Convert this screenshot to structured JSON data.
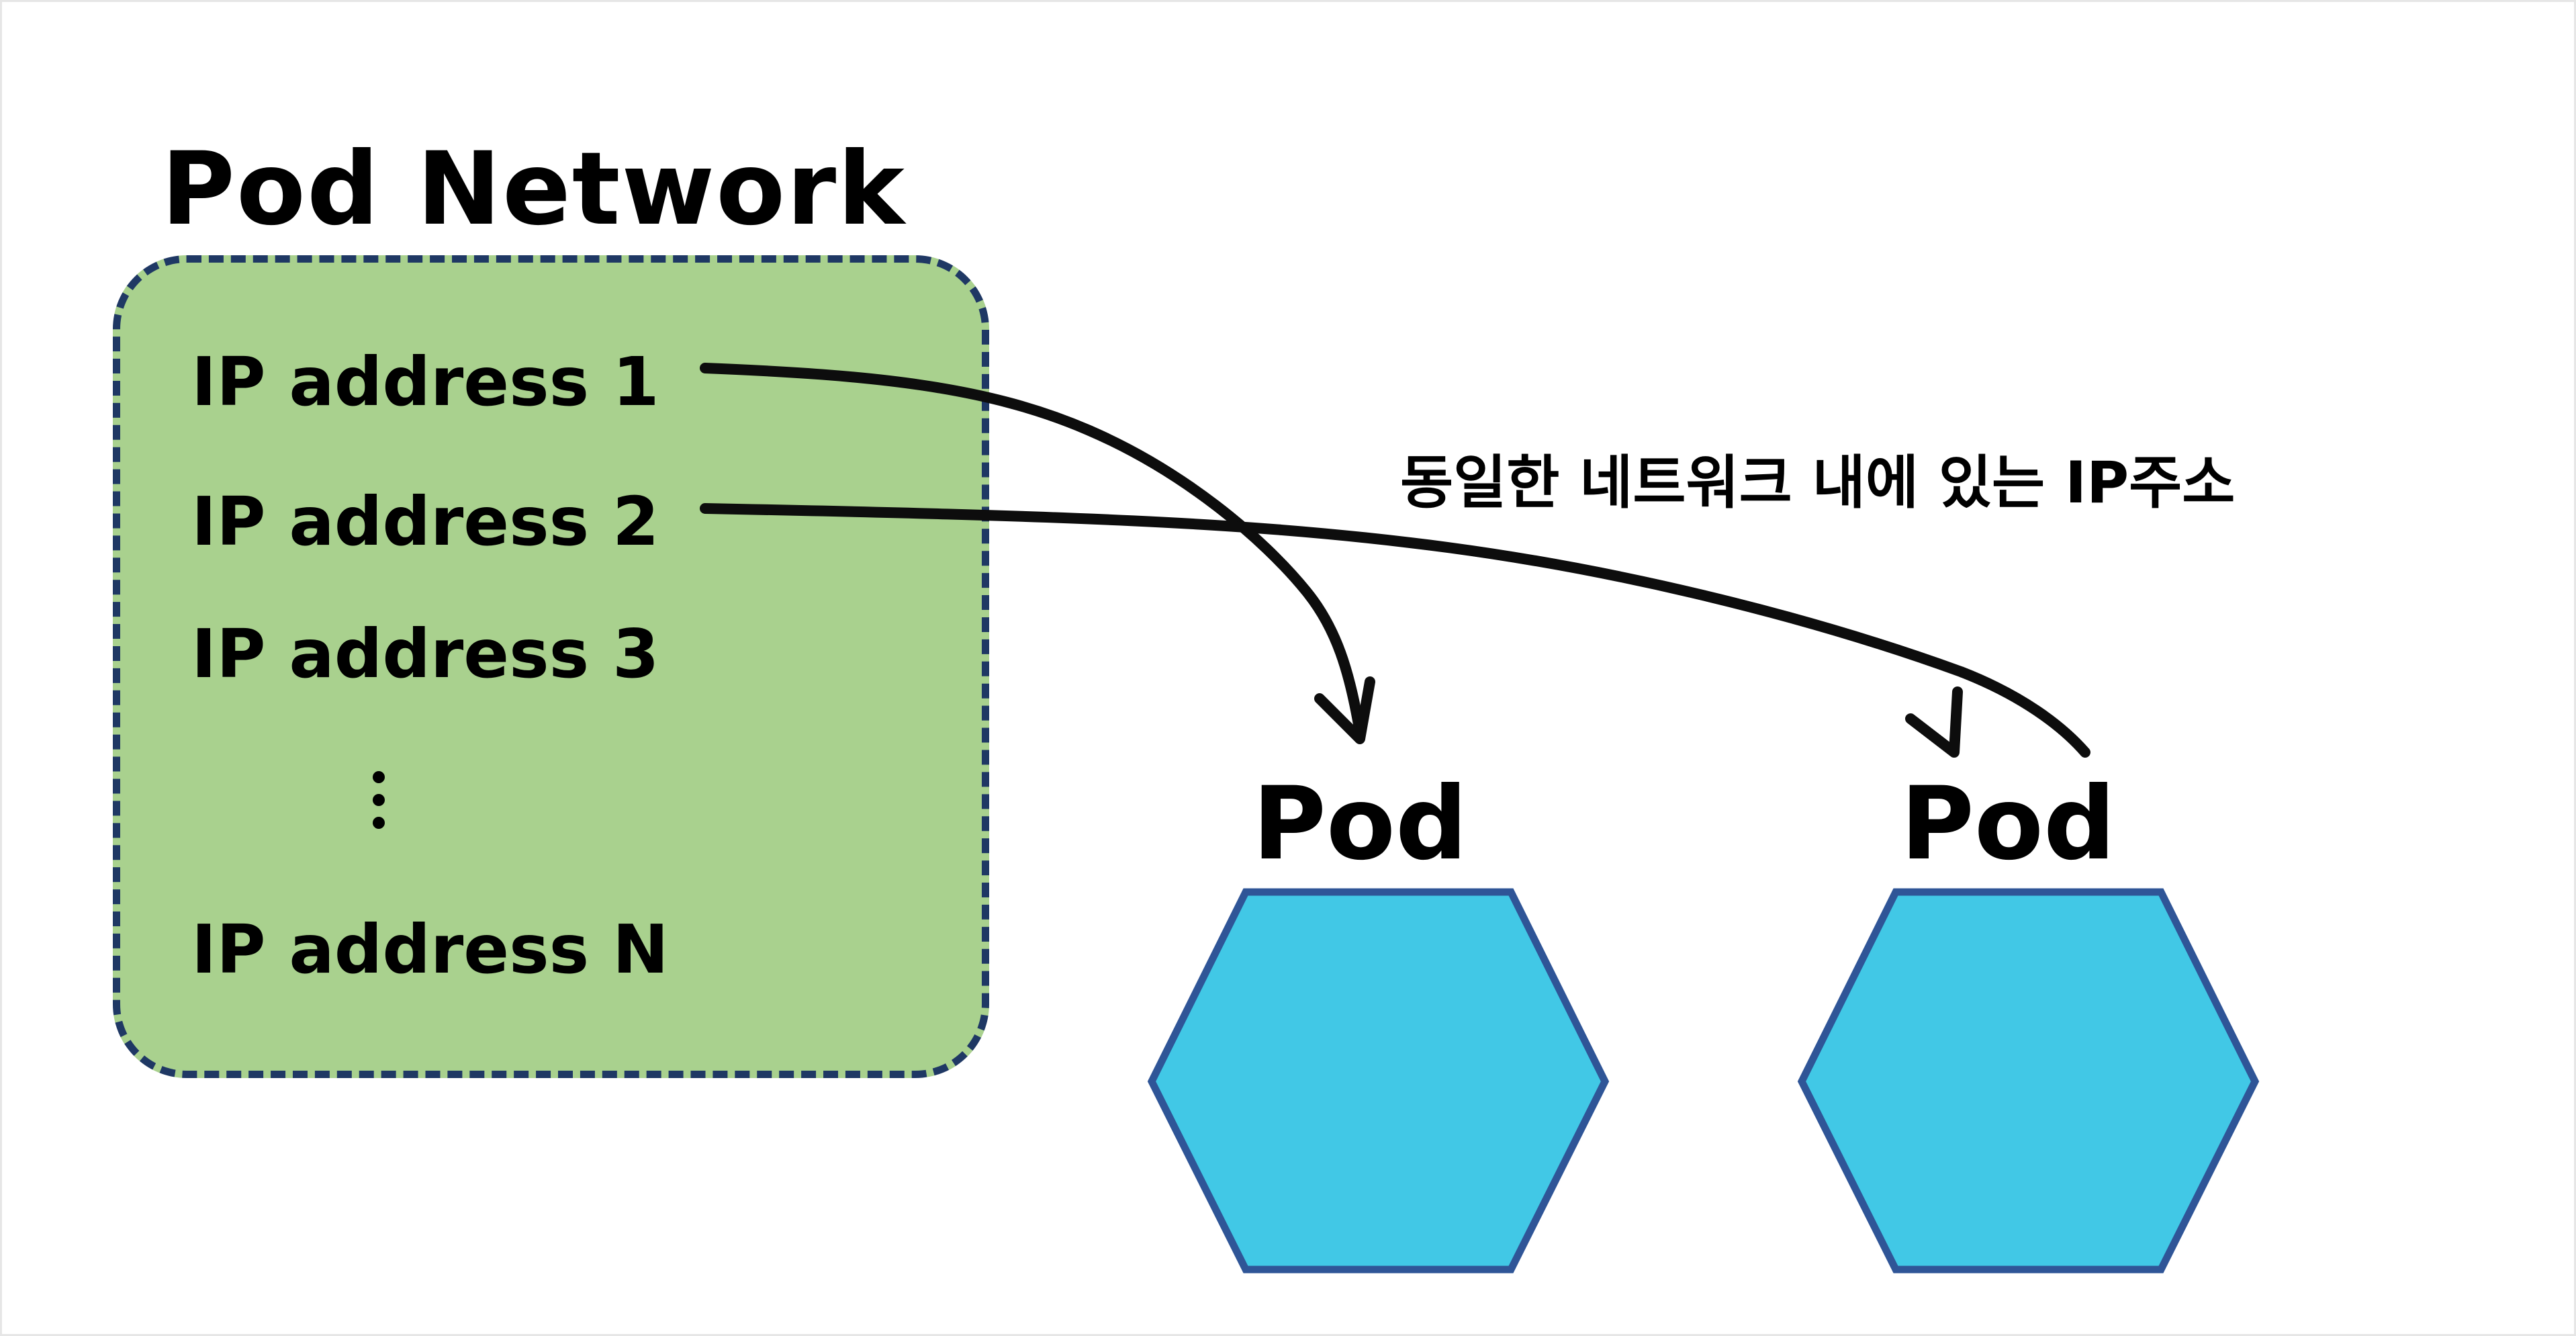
{
  "title": "Pod Network",
  "ip_addresses": [
    "IP address 1",
    "IP address 2",
    "IP address 3",
    "IP address N"
  ],
  "pods": [
    {
      "label": "Pod"
    },
    {
      "label": "Pod"
    }
  ],
  "annotation": "동일한 네트워크 내에 있는 IP주소",
  "colors": {
    "network_fill": "#a9d18e",
    "network_border": "#1f3864",
    "pod_fill": "#41c8e6",
    "pod_border": "#2f5597",
    "arrow": "#0d0d0d"
  }
}
